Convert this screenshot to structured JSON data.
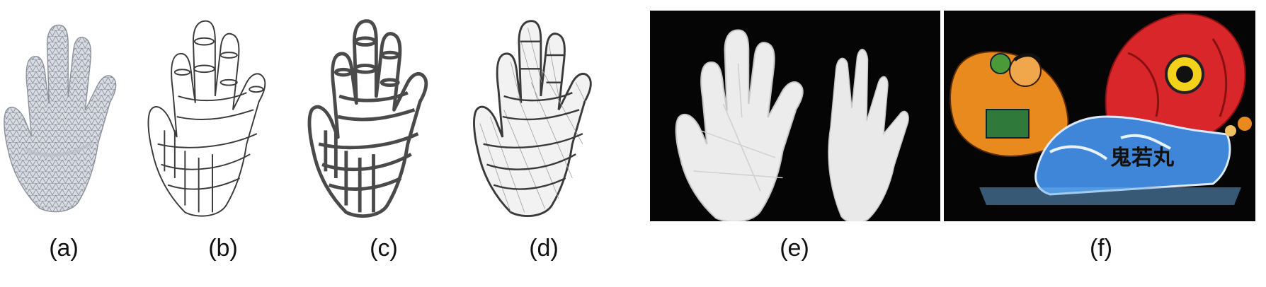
{
  "figure": {
    "panels": [
      {
        "id": "a",
        "label": "(a)"
      },
      {
        "id": "b",
        "label": "(b)"
      },
      {
        "id": "c",
        "label": "(c)"
      },
      {
        "id": "d",
        "label": "(d)"
      },
      {
        "id": "e",
        "label": "(e)"
      },
      {
        "id": "f",
        "label": "(f)"
      }
    ],
    "lantern_text": "鬼若丸",
    "colors": {
      "mesh_fill": "#d9dde3",
      "mesh_line": "#6b7380",
      "wire": "#3a3a3a",
      "wire_thick": "#4a4a4a",
      "paper": "#eeeeee",
      "photo_bg": "#050505",
      "lantern_red": "#d8262a",
      "lantern_blue": "#3f86d8",
      "lantern_orange": "#e88a1e"
    }
  }
}
